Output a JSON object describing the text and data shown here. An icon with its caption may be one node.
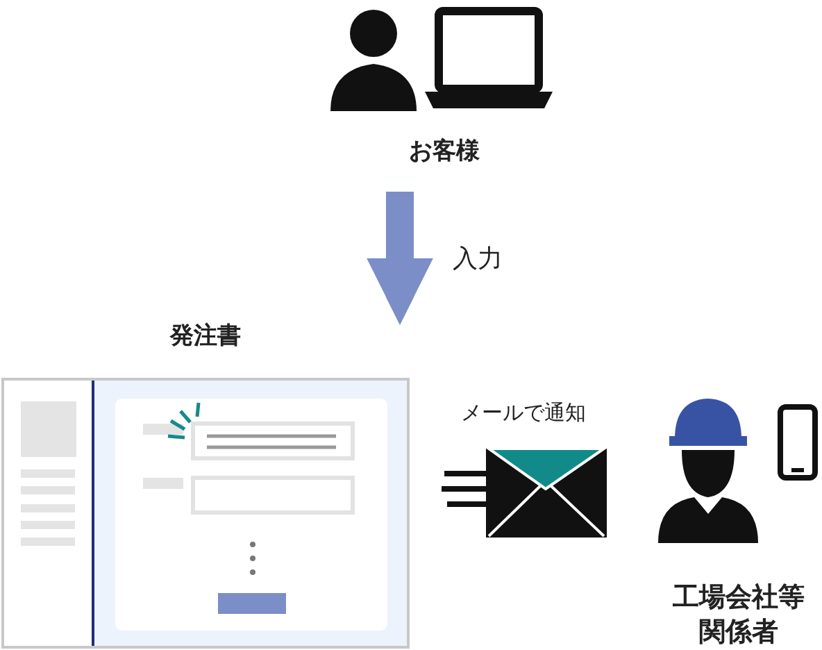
{
  "diagram": {
    "nodes": [
      {
        "text": [
          "お客様"
        ]
      },
      {
        "text": [
          "発注書"
        ]
      },
      {
        "text": [
          "工場会社等関係者"
        ]
      }
    ],
    "edges": [
      {
        "from": 0,
        "to": 1,
        "arrow": "to",
        "label": "入力",
        "color": "#7b8ec8"
      }
    ],
    "labels": [
      "メールで通知"
    ]
  }
}
